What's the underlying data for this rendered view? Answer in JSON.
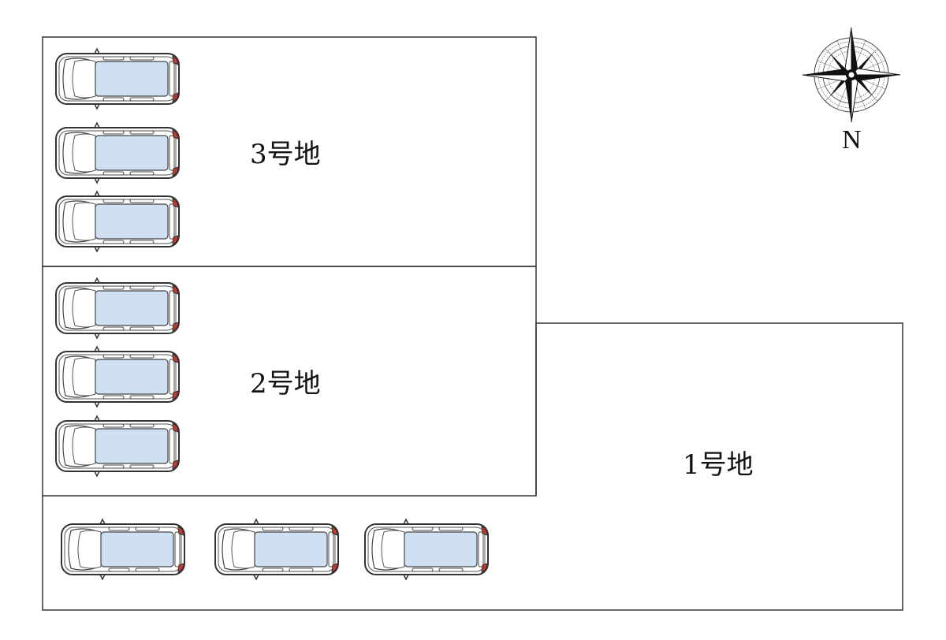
{
  "lots": [
    {
      "id": "lot3",
      "label": "3号地"
    },
    {
      "id": "lot2",
      "label": "2号地"
    },
    {
      "id": "lot1",
      "label": "1号地"
    }
  ],
  "compass": {
    "direction_label": "N",
    "icon": "compass-rose-icon"
  },
  "car_icon": "car-top-view-icon",
  "colors": {
    "line": "#333333",
    "car_body": "#ffffff",
    "car_glass": "#cfe0f3",
    "tail_light": "#c0392b"
  }
}
